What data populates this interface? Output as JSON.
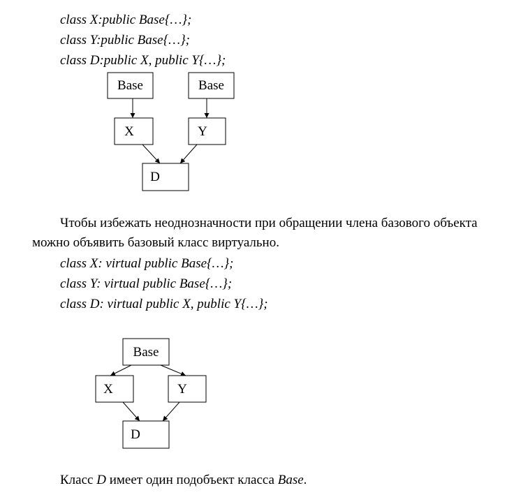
{
  "code1": [
    "class X:public Base{…};",
    "class Y:public Base{…};",
    "class D:public X, public Y{…};"
  ],
  "diagram1": {
    "nodes": {
      "base_left": "Base",
      "base_right": "Base",
      "x": "X",
      "y": "Y",
      "d": "D"
    }
  },
  "paragraph": {
    "line1": "Чтобы избежать неоднозначности при обращении члена базового объекта",
    "line2": "можно объявить базовый класс виртуально."
  },
  "code2": [
    "class X: virtual public Base{…};",
    "class Y: virtual public Base{…};",
    "class D: virtual public X, public Y{…};"
  ],
  "diagram2": {
    "nodes": {
      "base": "Base",
      "x": "X",
      "y": "Y",
      "d": "D"
    }
  },
  "closing": {
    "prefix": "Класс ",
    "class_d": "D",
    "middle": " имеет один подобъект класса ",
    "class_base": "Base",
    "suffix": "."
  }
}
